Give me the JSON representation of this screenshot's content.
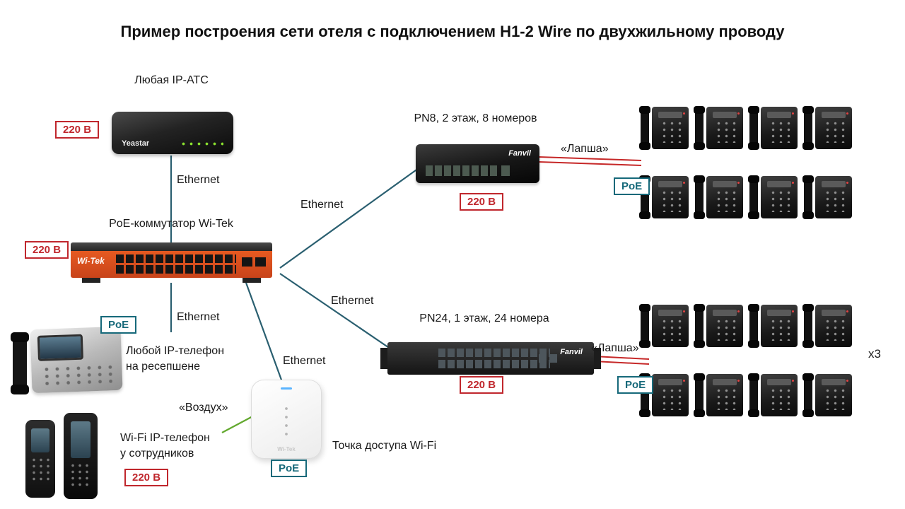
{
  "title": "Пример построения сети отеля с подключением H1-2 Wire по двухжильному проводу",
  "badges": {
    "power": "220 В",
    "poe": "PoE"
  },
  "labels": {
    "pbx": "Любая IP-АТС",
    "ethernet": "Ethernet",
    "poe_switch": "PoE-коммутатор Wi-Tek",
    "pn8": "PN8, 2 этаж, 8 номеров",
    "pn24": "PN24, 1 этаж, 24 номера",
    "lapsha": "«Лапша»",
    "vozduh": "«Воздух»",
    "reception_phone_line1": "Любой IP-телефон",
    "reception_phone_line2": "на ресепшене",
    "staff_phone_line1": "Wi-Fi IP-телефон",
    "staff_phone_line2": "у сотрудников",
    "ap": "Точка доступа Wi-Fi",
    "multiplier": "x3"
  },
  "devices": {
    "pbx_brand": "Yeastar",
    "switch_brand": "Wi-Tek",
    "pn_brand": "Fanvil"
  },
  "phones": {
    "pn8_count": 8,
    "pn24_count": 8
  },
  "colors": {
    "ethernet_wire": "#2a5f70",
    "lapsha_wire": "#c62828",
    "air_wire": "#63a92f",
    "power_badge": "#c0272d",
    "poe_badge": "#16697a",
    "switch_body": "#e65a21"
  }
}
